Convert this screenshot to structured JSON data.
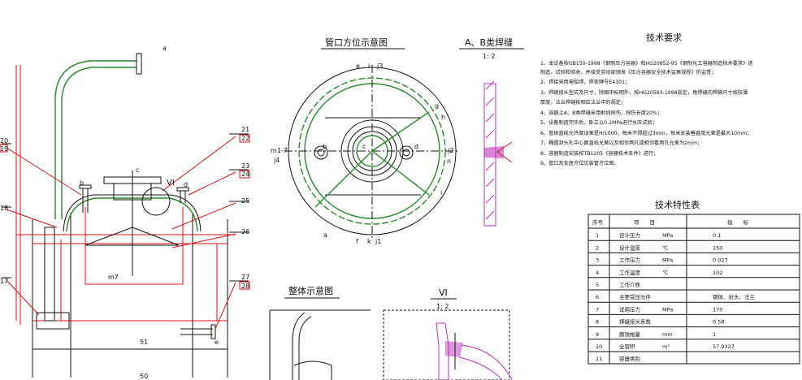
{
  "titles": {
    "nozzle_orientation": "管口方位示意图",
    "weld_ab": "A、B类焊缝",
    "weld_ab_scale": "1: 2",
    "tech_req": "技术要求",
    "overall": "整体示意图",
    "detail_vi": "VI",
    "detail_vi_scale": "1: 2",
    "tech_table": "技术特性表"
  },
  "notes": [
    "1、本设备按GB150-1998《钢制压力容器》和HG20652-95《钢制化工容器制造技术要求》进",
    "   制造、试验和验收，并接受劳动部颁发《压力容器安全技术监察规程》的监督；",
    "2、焊接采用电弧焊，焊条牌号E4301；",
    "3、焊缝接头型式及尺寸，除图中标明外，按HG20583-1998规定，角焊缝的焊脚尺寸按较薄",
    "   厚度，法兰焊缝按相应法兰中的规定；",
    "4、容器上A、B类焊缝采用射线探伤，探伤长度20%；",
    "5、设备制造完毕后，卧立以0.2MPa进行水压试验；",
    "6、管体直线允许度误差是H/1000，每米不得超过3mm，每米安装垂直度允差是最大10mm；",
    "7、椭圆封头孔中心面直线允差以及相邻两孔或相邻看两孔允差为2mm；",
    "8、容器制造安装按TB1205《容器技术条件》进行；",
    "9、管口及支座方位见装管方位图。"
  ],
  "table": {
    "headers": [
      "序号",
      "项　　目",
      "指　　标"
    ],
    "rows": [
      [
        "1",
        "设计压力",
        "MPa",
        "0.1"
      ],
      [
        "2",
        "设计温度",
        "℃",
        "150"
      ],
      [
        "3",
        "工作压力",
        "MPa",
        "0.027"
      ],
      [
        "4",
        "工作温度",
        "℃",
        "102"
      ],
      [
        "5",
        "工作介质",
        "",
        ""
      ],
      [
        "6",
        "主要受压元件",
        "",
        "钢体、封头、法兰"
      ],
      [
        "7",
        "试用压力",
        "MPa",
        "170"
      ],
      [
        "8",
        "焊缝接头系数",
        "",
        "0.58"
      ],
      [
        "9",
        "腐蚀裕量",
        "mm",
        "1"
      ],
      [
        "10",
        "全容积",
        "m³",
        "57.9327"
      ],
      [
        "11",
        "容器类别",
        "",
        ""
      ]
    ]
  },
  "nozzle_labels": {
    "top_e": "e",
    "top_i": "i",
    "top_j3": "j3",
    "left_m": "m1-7",
    "left_j4": "j4",
    "b": "b",
    "c": "c",
    "d": "d",
    "g": "g",
    "h": "h",
    "j2": "j2",
    "n": "n",
    "i": "i",
    "bottom_f": "f",
    "bottom_k": "k",
    "bottom_j1": "j1",
    "a": "a"
  },
  "callouts": {
    "c20": "20",
    "c19": "19",
    "c18": "18",
    "c17": "17",
    "c21": "21",
    "c22": "22",
    "c23": "23",
    "c24": "24",
    "c25": "25",
    "c26": "26",
    "c27": "27",
    "c28": "28",
    "a_top": "a",
    "b": "b",
    "c": "c",
    "d": "d",
    "vi": "VI",
    "m7": "m7",
    "51": "51",
    "50": "50",
    "e": "e"
  },
  "colors": {
    "green": "#2a8a2a",
    "red": "#d11111",
    "magenta": "#c030c0",
    "black": "#111111"
  }
}
